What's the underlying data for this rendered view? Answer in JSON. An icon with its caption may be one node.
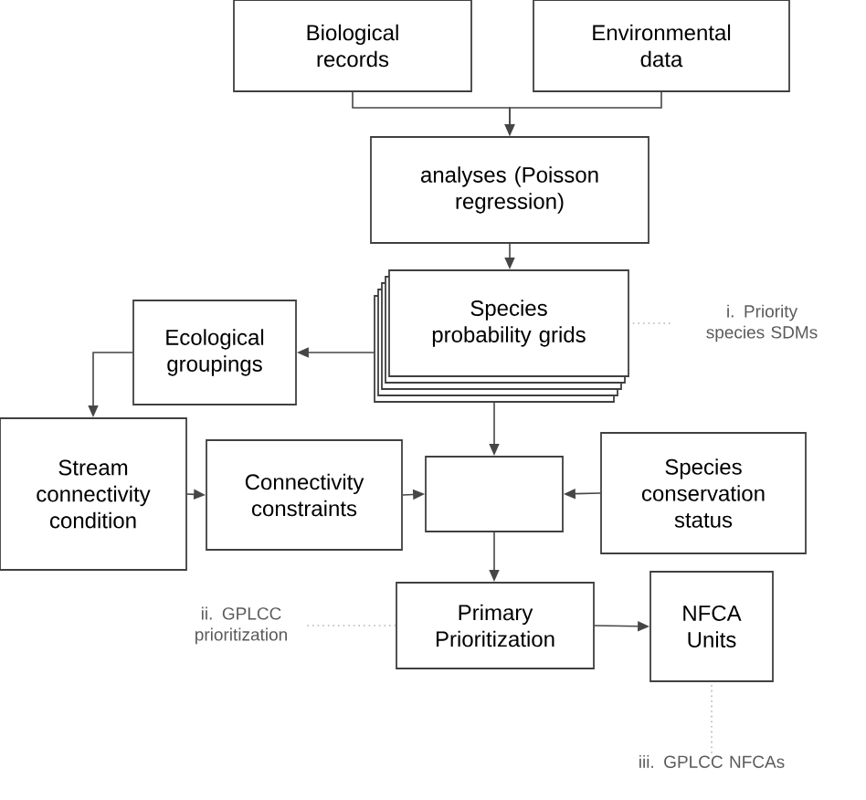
{
  "diagram": {
    "nodes": [
      {
        "text": [
          "Biological records"
        ]
      },
      {
        "text": [
          "Environmental data"
        ]
      },
      {
        "text": [
          "analyses (Poisson regression)"
        ]
      },
      {
        "text": [
          "Species probability grids"
        ]
      },
      {
        "text": [
          "Ecological groupings"
        ]
      },
      {
        "text": [
          "Stream connectivity condition"
        ]
      },
      {
        "text": [
          "Connectivity constraints"
        ]
      },
      {
        "text": [],
        "shape": "box"
      },
      {
        "text": [
          "Species conservation status"
        ]
      },
      {
        "text": [
          "Primary Prioritization"
        ]
      },
      {
        "text": [
          "NFCA Units"
        ]
      },
      {
        "text": [
          "i. Priority species SDMs"
        ]
      },
      {
        "text": [
          "ii. GPLCC prioritization"
        ]
      },
      {
        "text": [
          "iii. GPLCC NFCAs"
        ]
      }
    ],
    "edges": [
      {
        "from": 0,
        "to": 2,
        "arrow": "to"
      },
      {
        "from": 1,
        "to": 2,
        "arrow": "to"
      },
      {
        "from": 2,
        "to": 3,
        "arrow": "to"
      },
      {
        "from": 3,
        "to": 4,
        "arrow": "to"
      },
      {
        "from": 4,
        "to": 5,
        "arrow": "to"
      },
      {
        "from": 3,
        "to": 7,
        "arrow": "to"
      },
      {
        "from": 5,
        "to": 6,
        "arrow": "to"
      },
      {
        "from": 6,
        "to": 7,
        "arrow": "to"
      },
      {
        "from": 8,
        "to": 7,
        "arrow": "to"
      },
      {
        "from": 7,
        "to": 9,
        "arrow": "to"
      },
      {
        "from": 9,
        "to": 10,
        "arrow": "to"
      },
      {
        "from": 11,
        "to": 3,
        "arrow": "none",
        "style": "dashed",
        "color": "#b4b4b4"
      },
      {
        "from": 12,
        "to": 9,
        "arrow": "none",
        "style": "dashed",
        "color": "#b4b4b4"
      },
      {
        "from": 13,
        "to": 10,
        "arrow": "none",
        "style": "dashed",
        "color": "#b4b4b4"
      }
    ]
  }
}
